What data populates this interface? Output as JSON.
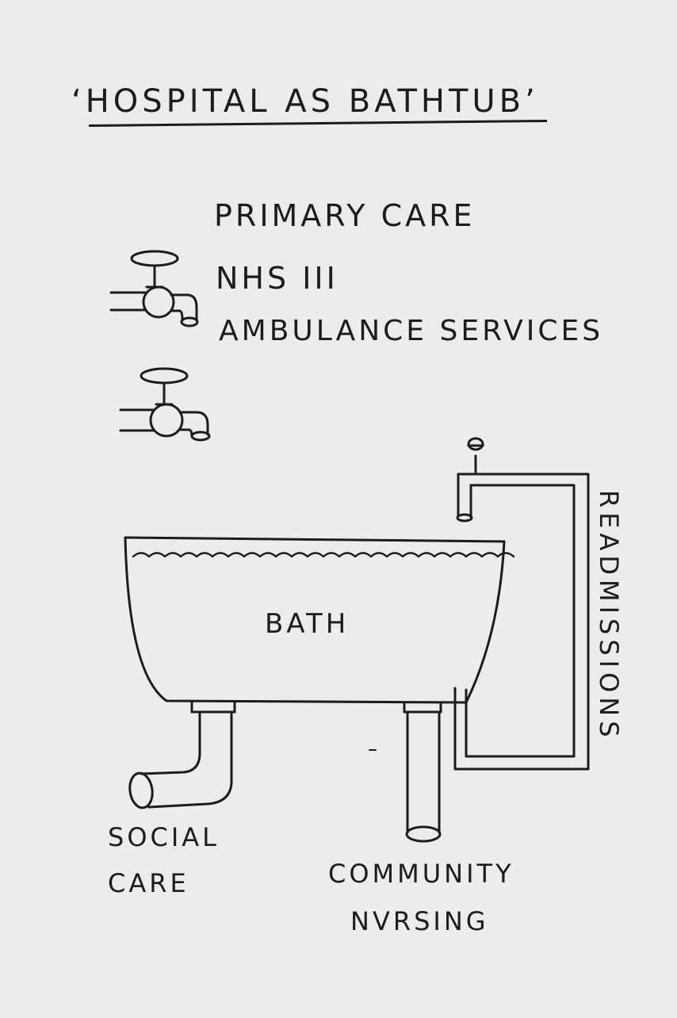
{
  "title": "‘HOSPITAL AS BATHTUB’",
  "inflows": {
    "primary_care": "PRIMARY CARE",
    "nhs_111": "NHS III",
    "ambulance": "AMBULANCE SERVICES"
  },
  "bath_label": "BATH",
  "outflows": {
    "social_care_line1": "SOCIAL",
    "social_care_line2": "CARE",
    "community_line1": "COMMUNITY",
    "community_line2": "NVRSING"
  },
  "loop_label": "READMISSIONS",
  "colors": {
    "paper": "#ececea",
    "ink": "#1c1c1c"
  }
}
